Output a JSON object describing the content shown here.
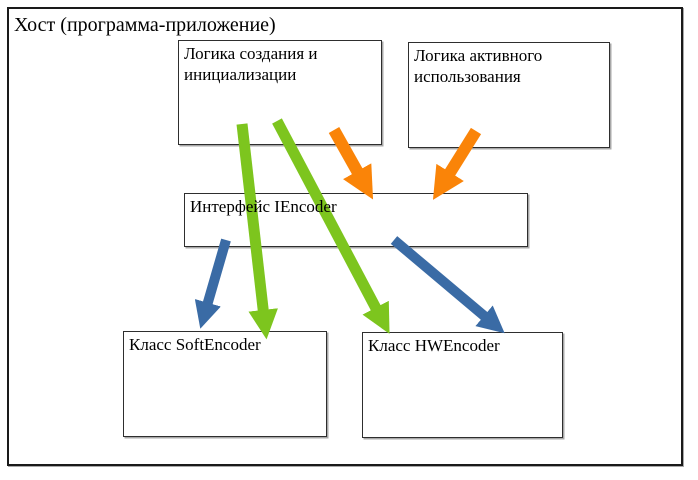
{
  "host": {
    "label": "Хост (программа-приложение)"
  },
  "boxes": {
    "creation": {
      "label": "Логика создания и инициализации"
    },
    "usage": {
      "label": "Логика активного использования"
    },
    "interface": {
      "label": "Интерфейс IEncoder"
    },
    "soft": {
      "label": "Класс SoftEncoder"
    },
    "hw": {
      "label": "Класс HWEncoder"
    }
  },
  "colors": {
    "arrow_green": "#7dc51e",
    "arrow_orange": "#fa8408",
    "arrow_blue": "#3a6ba5",
    "box_border": "#2e2e2e",
    "background": "#ffffff",
    "text": "#000000"
  },
  "arrows": [
    {
      "from": "creation-logic",
      "to": "softencoder-class",
      "color": "arrow_green"
    },
    {
      "from": "creation-logic",
      "to": "hwencoder-class",
      "color": "arrow_green"
    },
    {
      "from": "creation-logic",
      "to": "encoder-interface",
      "color": "arrow_orange"
    },
    {
      "from": "usage-logic",
      "to": "encoder-interface",
      "color": "arrow_orange"
    },
    {
      "from": "encoder-interface",
      "to": "softencoder-class",
      "color": "arrow_blue"
    },
    {
      "from": "encoder-interface",
      "to": "hwencoder-class",
      "color": "arrow_blue"
    }
  ]
}
